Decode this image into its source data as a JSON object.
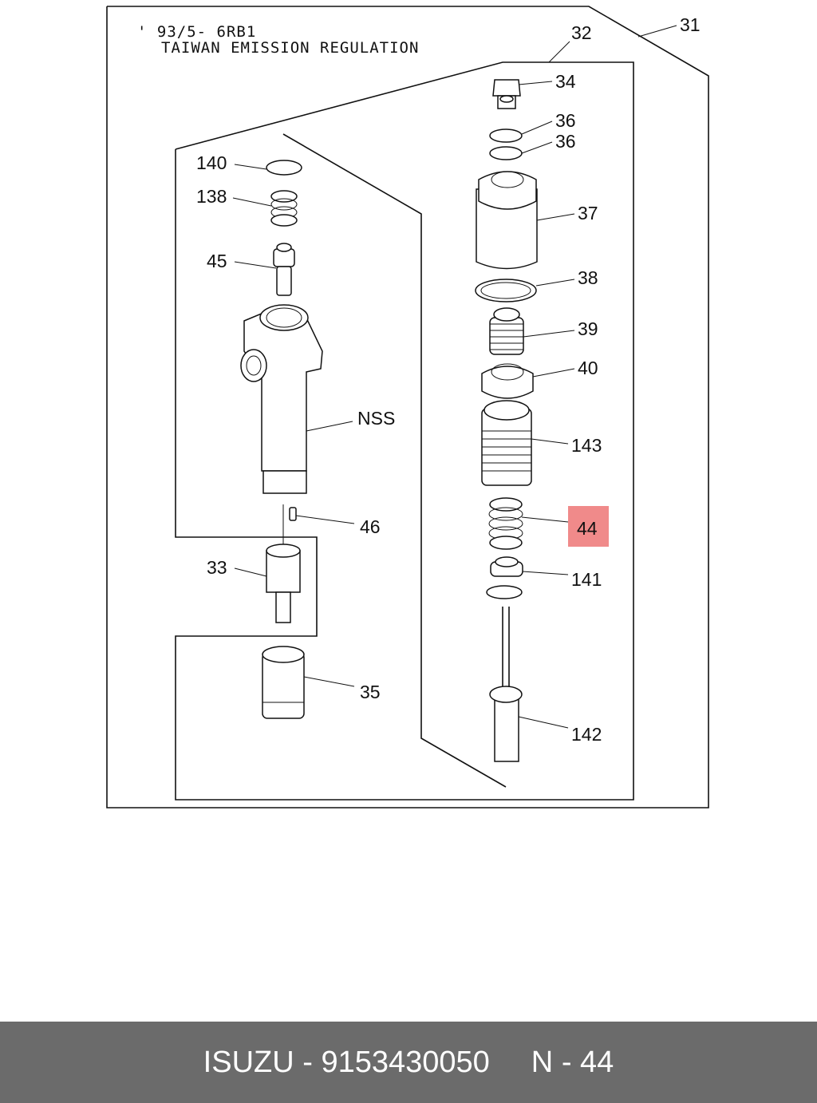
{
  "header": {
    "line1": "' 93/5- 6RB1",
    "line2": "TAIWAN EMISSION REGULATION"
  },
  "labels": {
    "p31": "31",
    "p32": "32",
    "p34": "34",
    "p36a": "36",
    "p36b": "36",
    "p37": "37",
    "p38": "38",
    "p39": "39",
    "p40": "40",
    "p143": "143",
    "p44": "44",
    "p141": "141",
    "p142": "142",
    "p140": "140",
    "p138": "138",
    "p45": "45",
    "nss": "NSS",
    "p46": "46",
    "p33": "33",
    "p35": "35"
  },
  "highlight": {
    "part": "44",
    "color": "#f08a8a"
  },
  "footer": {
    "brand": "ISUZU",
    "separator": "-",
    "part_number": "9153430050",
    "ref_prefix": "N",
    "ref_separator": "-",
    "ref_number": "44"
  }
}
